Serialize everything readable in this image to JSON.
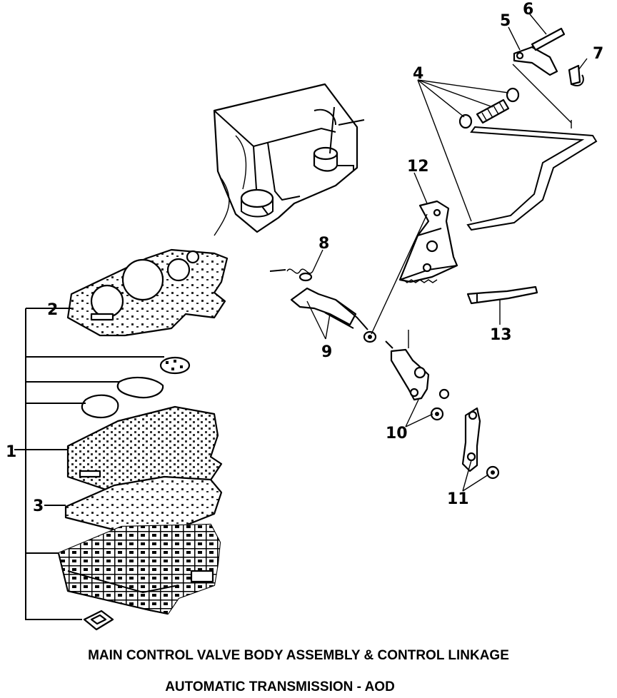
{
  "caption": {
    "line1": "MAIN CONTROL VALVE BODY ASSEMBLY & CONTROL LINKAGE",
    "line2": "AUTOMATIC TRANSMISSION - AOD"
  },
  "callouts": {
    "c1": "1",
    "c2": "2",
    "c3": "3",
    "c4": "4",
    "c5": "5",
    "c6": "6",
    "c7": "7",
    "c8": "8",
    "c9": "9",
    "c10": "10",
    "c11": "11",
    "c12": "12",
    "c13": "13"
  }
}
